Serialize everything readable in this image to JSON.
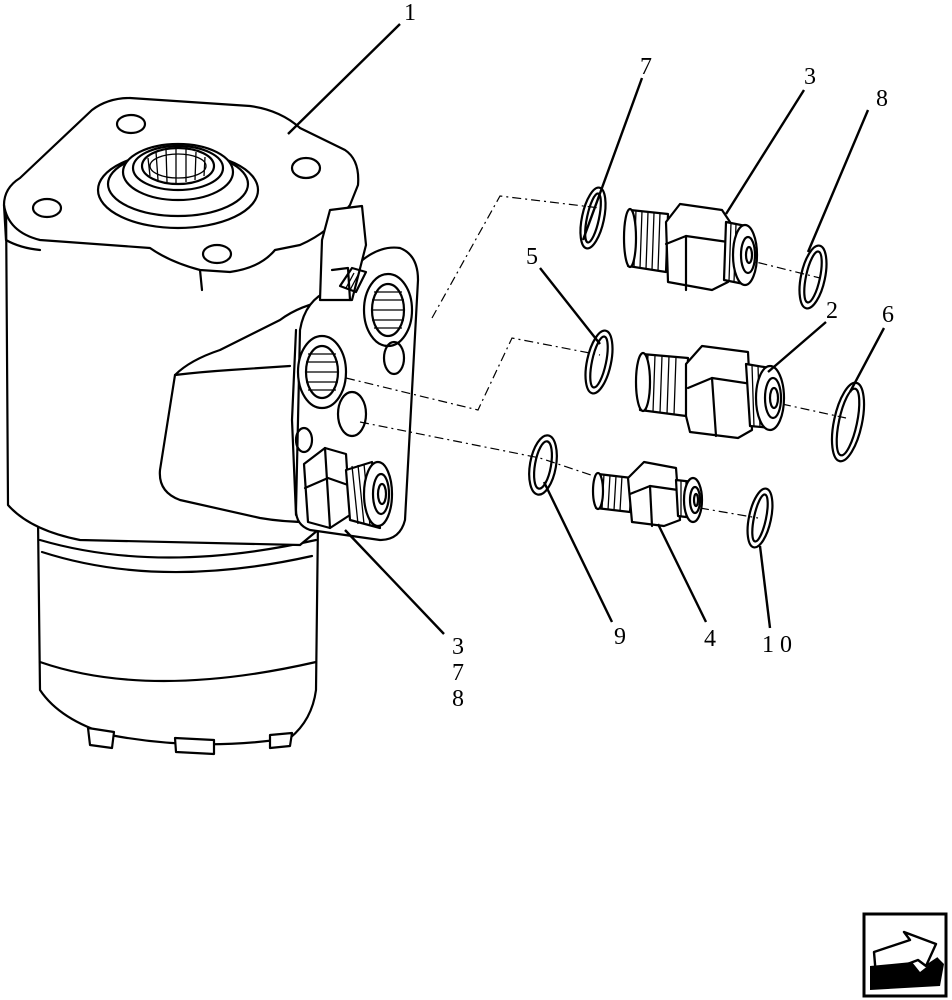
{
  "callouts": {
    "c1": "1",
    "c7": "7",
    "c3": "3",
    "c8": "8",
    "c5": "5",
    "c2": "2",
    "c6": "6",
    "c9": "9",
    "c4": "4",
    "c10": "1 0",
    "stack": [
      "3",
      "7",
      "8"
    ]
  },
  "icons": {
    "nav": "next-page-arrow-icon"
  },
  "colors": {
    "ink": "#000000",
    "paper": "#ffffff"
  }
}
